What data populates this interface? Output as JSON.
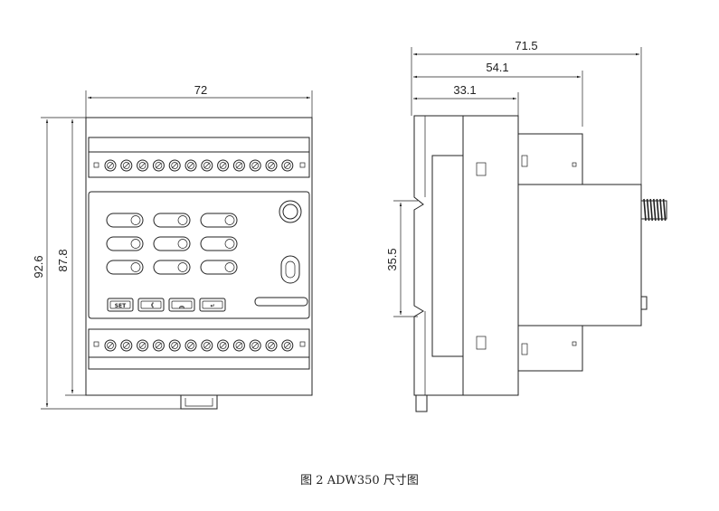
{
  "front_view": {
    "width_label": "72",
    "height_outer_label": "92.6",
    "height_inner_label": "87.8",
    "keys": {
      "set_label": "SET",
      "left_symbol": "《",
      "up_symbol": "︽",
      "enter_symbol": "↵"
    }
  },
  "side_view": {
    "depth_total_label": "71.5",
    "depth_mid_label": "54.1",
    "depth_front_label": "33.1",
    "rail_label": "35.5"
  },
  "caption": "图 2 ADW350 尺寸图"
}
